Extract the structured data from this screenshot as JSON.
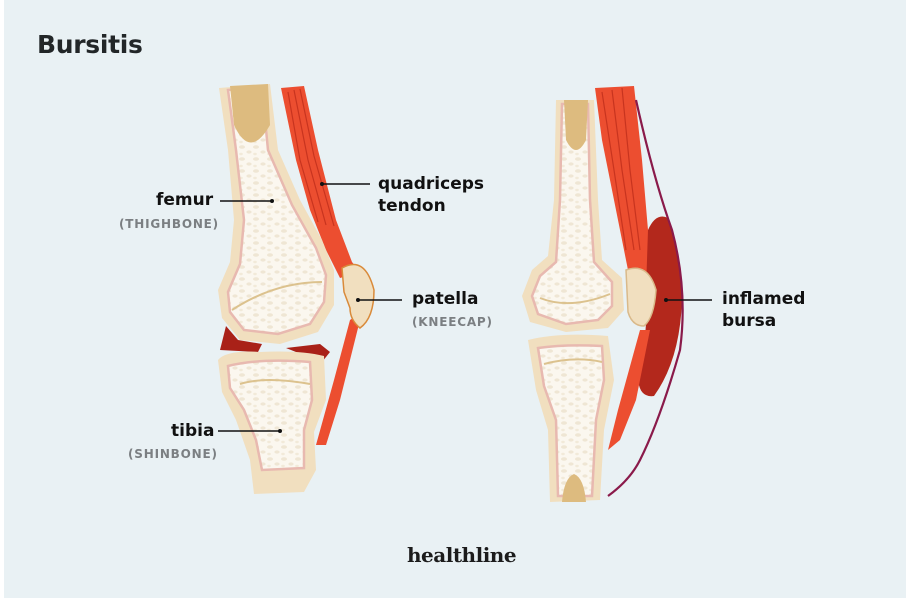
{
  "title": "Bursitis",
  "labels": {
    "femur": {
      "name": "femur",
      "note": "(THIGHBONE)"
    },
    "quadriceps_tendon": {
      "line1": "quadriceps",
      "line2": "tendon"
    },
    "patella": {
      "name": "patella",
      "note": "(KNEECAP)"
    },
    "tibia": {
      "name": "tibia",
      "note": "(SHINBONE)"
    },
    "inflamed_bursa": {
      "line1": "inflamed",
      "line2": "bursa"
    }
  },
  "brand": "healthline",
  "colors": {
    "background": "#e9f1f4",
    "bone_outer": "#f1dfbf",
    "bone_marrow": "#fbf7ef",
    "bone_line": "#e8b9b0",
    "marrow_core": "#ddbb7f",
    "tendon": "#ec4e30",
    "tendon_dark": "#c8341f",
    "bursa": "#b3281c",
    "bursa_outline": "#8a1a4a",
    "meniscus": "#a92118"
  }
}
